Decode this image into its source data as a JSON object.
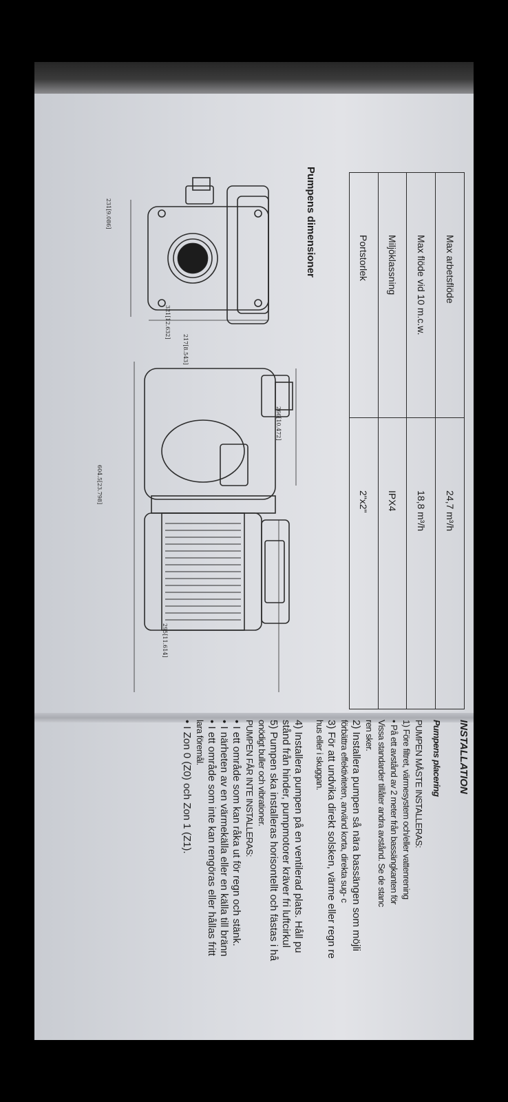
{
  "spec_table": {
    "rows": [
      {
        "label": "Max arbetsflöde",
        "value": "24,7 m³/h"
      },
      {
        "label": "Max flöde vid 10 m.c.w.",
        "value": "18,8 m³/h"
      },
      {
        "label": "Miljöklassning",
        "value": "IPX4"
      },
      {
        "label": "Portstorlek",
        "value": "2\"x2\""
      }
    ]
  },
  "dimensions": {
    "title": "Pumpens dimensioner",
    "labels": {
      "d231": "231[9.086]",
      "d321": "321[12.632]",
      "d217": "217[8.543]",
      "d266": "266[10.472]",
      "d604": "604.5[23.798]",
      "d295": "295[11.614]"
    }
  },
  "installation": {
    "heading": "INSTALLATION",
    "subheading": "Pumpens placering",
    "lines": [
      "PUMPEN MÅSTE INSTALLERAS:",
      "1) Före filtret, värmesystem och/eller vattenrening",
      "• På ett avstånd av 2 meter från bassängkanten för",
      "Vissa standarder tillåter andra avstånd. Se de stanc",
      "ren sker.",
      "2) Installera pumpen så nära bassängen som möjli",
      "förbättra effektiviteten, använd korta, direkta sug- c",
      "3) För att undvika direkt solsken, värme eller regn re",
      "hus eller i skuggan.",
      "4) Installera pumpen på en ventilerad plats. Håll pu",
      "stånd från hinder, pumpmotorer kräver fri luftcirkul",
      "5) Pumpen ska installeras horisontellt och fästas i hå",
      "onödigt buller och vibrationer.",
      "PUMPEN FÅR INTE INSTALLERAS:",
      "• I ett område som kan råka ut för regn och stänk.",
      "• I närheten av en värmekälla eller en källa till bränn",
      "• I ett område som inte kan rengöras eller hållas fritt",
      "lara föremål.",
      "• I Zon 0 (Z0) och Zon 1 (Z1)."
    ]
  }
}
